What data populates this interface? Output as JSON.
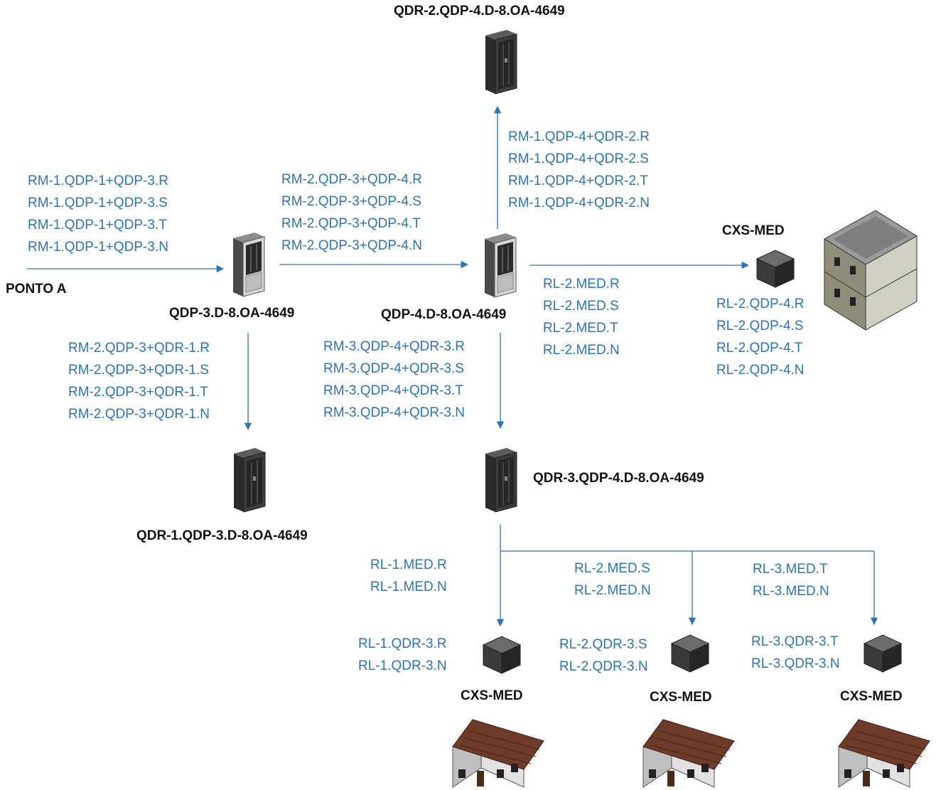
{
  "labels": {
    "ponto_a": "PONTO A",
    "qdp3": "QDP-3.D-8.OA-4649",
    "qdp4": "QDP-4.D-8.OA-4649",
    "qdr2": "QDR-2.QDP-4.D-8.OA-4649",
    "qdr1": "QDR-1.QDP-3.D-8.OA-4649",
    "qdr3": "QDR-3.QDP-4.D-8.OA-4649",
    "cxs_med": "CXS-MED"
  },
  "cables": {
    "rm1_qdp1_qdp3": [
      "RM-1.QDP-1+QDP-3.R",
      "RM-1.QDP-1+QDP-3.S",
      "RM-1.QDP-1+QDP-3.T",
      "RM-1.QDP-1+QDP-3.N"
    ],
    "rm2_qdp3_qdp4": [
      "RM-2.QDP-3+QDP-4.R",
      "RM-2.QDP-3+QDP-4.S",
      "RM-2.QDP-3+QDP-4.T",
      "RM-2.QDP-3+QDP-4.N"
    ],
    "rm1_qdp4_qdr2": [
      "RM-1.QDP-4+QDR-2.R",
      "RM-1.QDP-4+QDR-2.S",
      "RM-1.QDP-4+QDR-2.T",
      "RM-1.QDP-4+QDR-2.N"
    ],
    "rl2_med": [
      "RL-2.MED.R",
      "RL-2.MED.S",
      "RL-2.MED.T",
      "RL-2.MED.N"
    ],
    "rl2_qdp4": [
      "RL-2.QDP-4.R",
      "RL-2.QDP-4.S",
      "RL-2.QDP-4.T",
      "RL-2.QDP-4.N"
    ],
    "rm2_qdp3_qdr1": [
      "RM-2.QDP-3+QDR-1.R",
      "RM-2.QDP-3+QDR-1.S",
      "RM-2.QDP-3+QDR-1.T",
      "RM-2.QDP-3+QDR-1.N"
    ],
    "rm3_qdp4_qdr3": [
      "RM-3.QDP-4+QDR-3.R",
      "RM-3.QDP-4+QDR-3.S",
      "RM-3.QDP-4+QDR-3.T",
      "RM-3.QDP-4+QDR-3.N"
    ],
    "rl1_med": [
      "RL-1.MED.R",
      "RL-1.MED.N"
    ],
    "rl2_med_sn": [
      "RL-2.MED.S",
      "RL-2.MED.N"
    ],
    "rl3_med": [
      "RL-3.MED.T",
      "RL-3.MED.N"
    ],
    "rl1_qdr3": [
      "RL-1.QDR-3.R",
      "RL-1.QDR-3.N"
    ],
    "rl2_qdr3": [
      "RL-2.QDR-3.S",
      "RL-2.QDR-3.N"
    ],
    "rl3_qdr3": [
      "RL-3.QDR-3.T",
      "RL-3.QDR-3.N"
    ]
  },
  "colors": {
    "line": "#2e74b5",
    "text_blue": "#2e74b5",
    "title": "#111111"
  }
}
